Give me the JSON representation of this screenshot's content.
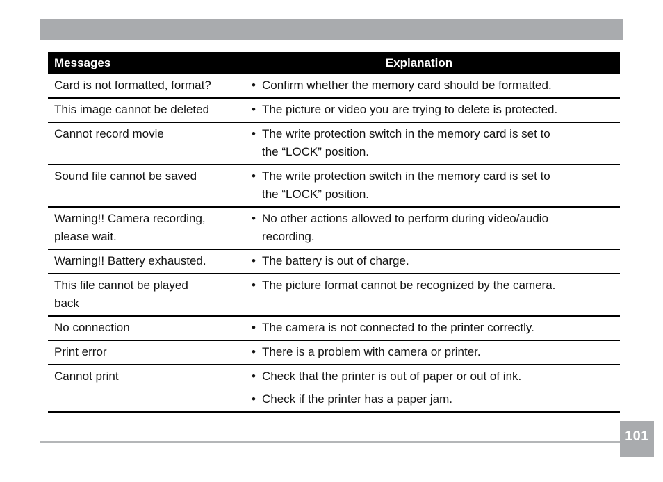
{
  "page": {
    "number": "101",
    "accent_gray": "#a9abae",
    "line_gray": "#b4b6b8",
    "header_bg": "#000000",
    "bullet_glyph": "•"
  },
  "table": {
    "headers": {
      "messages": "Messages",
      "explanation": "Explanation"
    },
    "rows": [
      {
        "message": [
          "Card is not formatted, format?"
        ],
        "bullets": [
          [
            "Confirm whether the memory card should be formatted."
          ]
        ]
      },
      {
        "message": [
          "This image cannot be deleted"
        ],
        "bullets": [
          [
            "The picture or video you are trying to delete is protected."
          ]
        ]
      },
      {
        "message": [
          "Cannot record movie"
        ],
        "bullets": [
          [
            "The write protection switch in the memory card is set to",
            "the “LOCK” position."
          ]
        ]
      },
      {
        "message": [
          "Sound file cannot be saved"
        ],
        "bullets": [
          [
            "The write protection switch in the memory card is set to",
            "the “LOCK” position."
          ]
        ]
      },
      {
        "message": [
          "Warning!! Camera recording,",
          "please wait."
        ],
        "bullets": [
          [
            "No other actions allowed to perform during video/audio",
            "recording."
          ]
        ]
      },
      {
        "message": [
          "Warning!! Battery exhausted."
        ],
        "bullets": [
          [
            "The battery is out of charge."
          ]
        ]
      },
      {
        "message": [
          "This file cannot be played",
          "back"
        ],
        "bullets": [
          [
            "The picture format cannot be recognized by the camera."
          ]
        ]
      },
      {
        "message": [
          "No connection"
        ],
        "bullets": [
          [
            "The camera is not connected to the printer correctly."
          ]
        ]
      },
      {
        "message": [
          "Print error"
        ],
        "bullets": [
          [
            "There is a problem with camera or printer."
          ]
        ]
      },
      {
        "message": [
          "Cannot print"
        ],
        "bullets": [
          [
            "Check that the printer is out of paper or out of ink."
          ],
          [
            "Check if the printer has a paper jam."
          ]
        ]
      }
    ]
  }
}
